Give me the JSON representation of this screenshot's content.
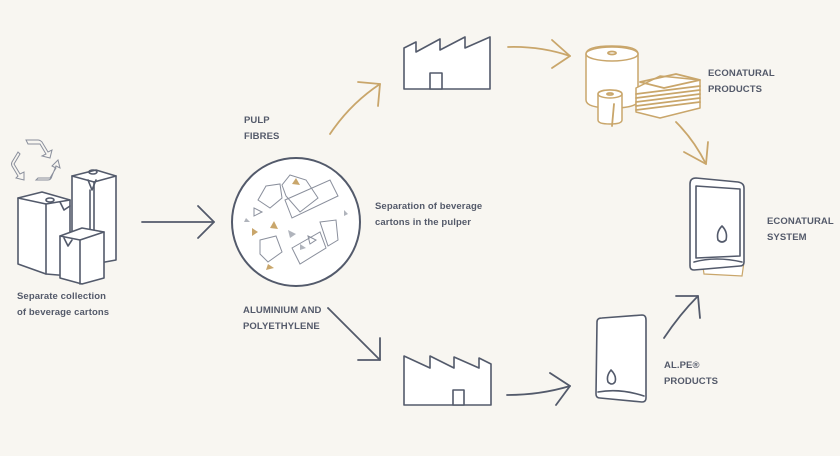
{
  "colors": {
    "background": "#f8f6f1",
    "dark_line": "#535a6b",
    "gold_line": "#c9a66b",
    "text": "#545a6a",
    "fill_white": "#ffffff"
  },
  "labels": {
    "collection": "Separate collection\nof beverage cartons",
    "pulp_fibres": "PULP\nFIBRES",
    "pulper": "Separation of beverage\ncartons in the pulper",
    "aluminium": "ALUMINIUM AND\nPOLYETHYLENE",
    "econatural_products": "ECONATURAL\nPRODUCTS",
    "econatural_system": "ECONATURAL\nSYSTEM",
    "alpe_products": "AL.PE®\nPRODUCTS"
  },
  "icons": {
    "recycle": "recycle-icon",
    "cartons": "beverage-cartons-icon",
    "pulper": "pulper-icon",
    "factory_top": "factory-icon",
    "factory_bottom": "factory-icon",
    "paper_products": "paper-rolls-icon",
    "dispenser_system": "towel-dispenser-icon",
    "dispenser_alpe": "towel-dispenser-icon"
  }
}
